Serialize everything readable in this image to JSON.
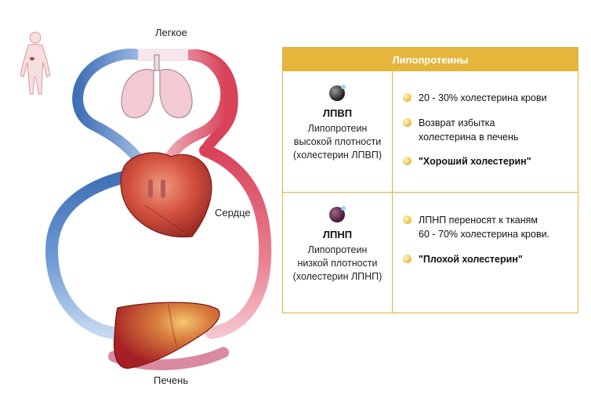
{
  "labels": {
    "lung": "Легкое",
    "heart": "Сердце",
    "liver": "Печень"
  },
  "table": {
    "header": "Липопротеины",
    "hdl": {
      "abbr": "ЛПВП",
      "desc_line1": "Липопротеин",
      "desc_line2": "высокой плотности",
      "desc_line3": "(холестерин ЛПВП)",
      "bullet1": "20 - 30% холестерина крови",
      "bullet2_line1": "Возврат избытка",
      "bullet2_line2": "холестерина в печень",
      "bullet3": "\"Хороший холестерин\""
    },
    "ldl": {
      "abbr": "ЛПНП",
      "desc_line1": "Липопротеин",
      "desc_line2": "низкой плотности",
      "desc_line3": "(холестерин ЛПНП)",
      "bullet1_line1": "ЛПНП переносят к тканям",
      "bullet1_line2": "60 - 70% холестерина крови.",
      "bullet2": "\"Плохой холестерин\""
    }
  },
  "colors": {
    "accent": "#e6b63c",
    "artery": "#d9435a",
    "vein": "#3f6fb5",
    "liver": "#b8272d",
    "heart": "#c43a33",
    "lung": "#f3c9d2"
  }
}
